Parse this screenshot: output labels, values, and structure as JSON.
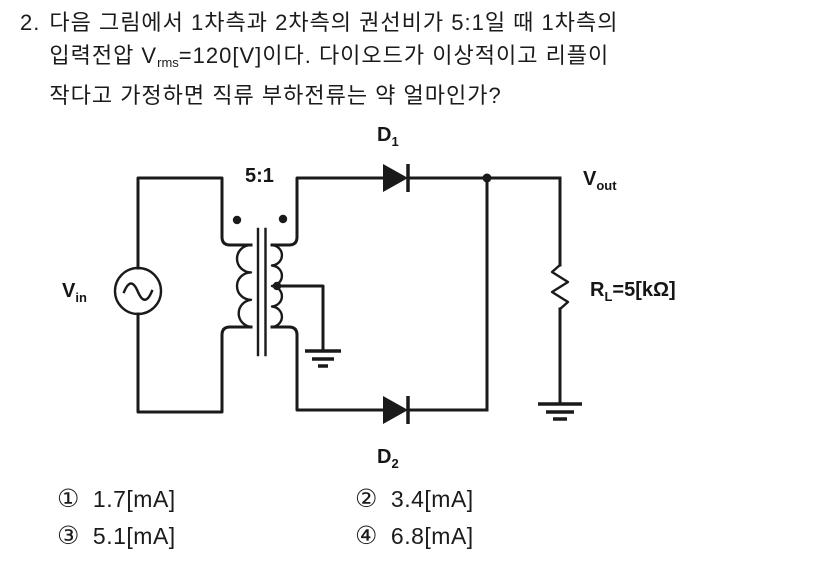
{
  "question": {
    "number": "2.",
    "line1": "다음 그림에서 1차측과 2차측의 권선비가 5:1일 때 1차측의",
    "line2_pre": "입력전압 V",
    "line2_sub": "rms",
    "line2_post": "=120[V]이다. 다이오드가 이상적이고 리플이",
    "line3": "작다고 가정하면 직류 부하전류는 약 얼마인가?"
  },
  "circuit": {
    "turns_ratio": "5:1",
    "source_label": {
      "base": "V",
      "sub": "in"
    },
    "diode1": {
      "base": "D",
      "sub": "1"
    },
    "diode2": {
      "base": "D",
      "sub": "2"
    },
    "output_label": {
      "base": "V",
      "sub": "out"
    },
    "load_label": {
      "base": "R",
      "sub": "L",
      "value": "=5[kΩ]"
    }
  },
  "choices": [
    {
      "marker": "①",
      "text": "1.7[mA]"
    },
    {
      "marker": "②",
      "text": "3.4[mA]"
    },
    {
      "marker": "③",
      "text": "5.1[mA]"
    },
    {
      "marker": "④",
      "text": "6.8[mA]"
    }
  ],
  "colors": {
    "ink": "#1a1a1a",
    "background": "#ffffff"
  }
}
